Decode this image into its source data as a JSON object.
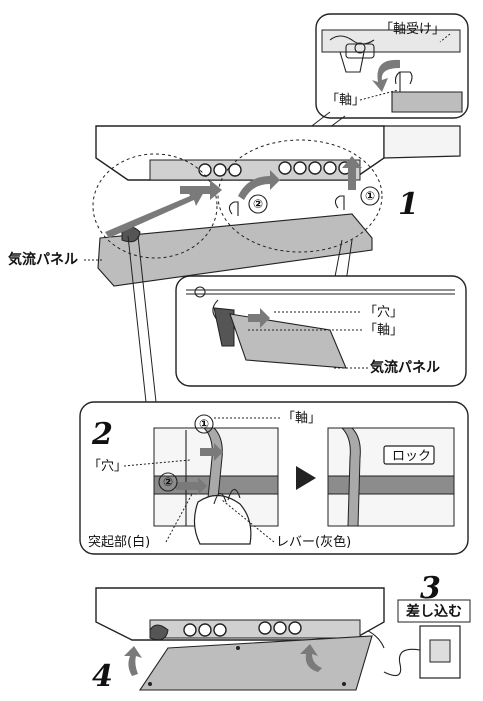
{
  "labels": {
    "jikuuke": "「軸受け」",
    "jiku_top": "「軸」",
    "kiryu_panel_left": "気流パネル",
    "ana_mid": "「穴」",
    "jiku_mid": "「軸」",
    "kiryu_panel_mid": "気流パネル",
    "jiku_box2": "「軸」",
    "ana_box2": "「穴」",
    "tokkibu": "突起部(白)",
    "lever": "レバー(灰色)",
    "lock": "ロック",
    "sashikomu": "差し込む"
  },
  "steps": {
    "s1": "1",
    "s2": "2",
    "s3": "3",
    "s4": "4"
  },
  "circled": {
    "c1_top": "①",
    "c2_top": "②",
    "c1_box": "①",
    "c2_box": "②"
  },
  "colors": {
    "arrow_gray": "#7a7a7a",
    "part_gray": "#bdbdbd"
  }
}
